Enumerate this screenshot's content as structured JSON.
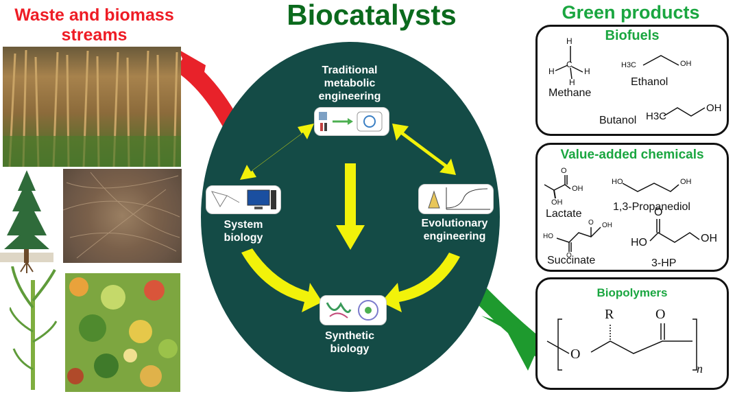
{
  "left_title": "Waste and biomass streams",
  "center_title": "Biocatalysts",
  "right_title": "Green products",
  "oval": {
    "top_label": "Traditional metabolic engineering",
    "left_label": "System biology",
    "right_label": "Evolutionary engineering",
    "bottom_label": "Synthetic biology"
  },
  "biofuels": {
    "heading": "Biofuels",
    "methane": "Methane",
    "ethanol": "Ethanol",
    "butanol": "Butanol",
    "atom_h": "H",
    "atom_c": "C",
    "h3c": "H3C",
    "oh": "OH"
  },
  "chemicals": {
    "heading": "Value-added chemicals",
    "lactate": "Lactate",
    "propanediol": "1,3-Propanediol",
    "succinate": "Succinate",
    "hp": "3-HP",
    "o": "O",
    "oh": "OH",
    "ho": "HO"
  },
  "biopolymers": {
    "heading": "Biopolymers",
    "r": "R",
    "o": "O",
    "n": "n"
  },
  "colors": {
    "red_arrow": "#e8222a",
    "green_arrow": "#1e9a2e",
    "oval_fill": "#144b46",
    "yellow_arrow": "#f2f20a",
    "green_text": "#1aa640",
    "red_text": "#ee1c25",
    "dark_green_title": "#0b6a1d"
  },
  "icons": [
    "corn-field-photo",
    "pine-tree-icon",
    "biomass-fiber-photo",
    "sugarcane-icon",
    "food-waste-photo",
    "metabolic-map-icon",
    "computer-icon",
    "growth-curve-icon",
    "protein-structure-icon"
  ]
}
